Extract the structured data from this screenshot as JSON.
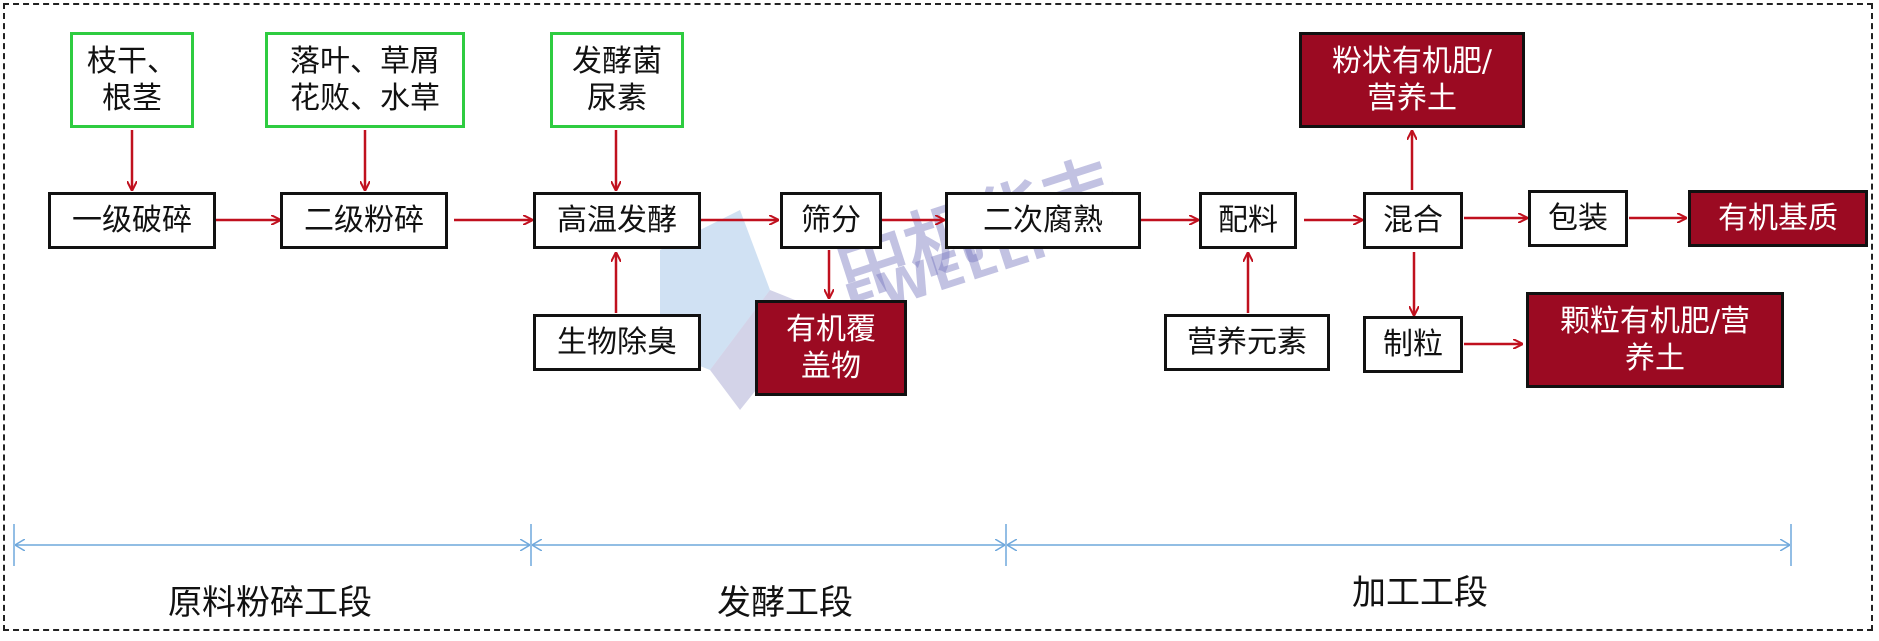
{
  "inputs": {
    "branches": [
      "枝干、",
      "根茎"
    ],
    "leaves": [
      "落叶、草屑",
      "花败、水草"
    ],
    "bacteria": [
      "发酵菌",
      "尿素"
    ]
  },
  "process": {
    "crush1": "一级破碎",
    "crush2": "二级粉碎",
    "ferment": "高温发酵",
    "deodor": "生物除臭",
    "screen": "筛分",
    "secondary": "二次腐熟",
    "batching": "配料",
    "nutrients": "营养元素",
    "mixing": "混合",
    "packaging": "包装",
    "granulate": "制粒"
  },
  "products": {
    "mulch": [
      "有机覆",
      "盖物"
    ],
    "powder": [
      "粉状有机肥/",
      "营养土"
    ],
    "substrate": "有机基质",
    "granular": [
      "颗粒有机肥/营",
      "养土"
    ]
  },
  "stages": {
    "s1": "原料粉碎工段",
    "s2": "发酵工段",
    "s3": "加工工段"
  },
  "watermark": {
    "cn": "中机华丰",
    "en": "EWELLFUL"
  },
  "colors": {
    "arrow": "#c0101e",
    "input_border": "#2ecc40",
    "product_fill": "#9b0a22",
    "dimension_line": "#6fa8dc"
  }
}
